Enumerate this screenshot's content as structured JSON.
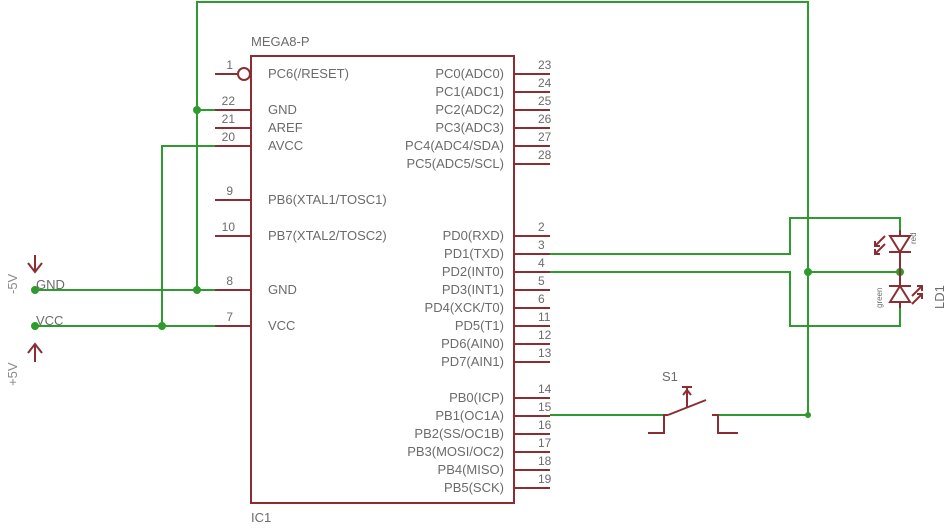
{
  "colors": {
    "component": "#8b2e34",
    "wire": "#2e9b2e",
    "text": "#6b6b6b"
  },
  "ic": {
    "name": "MEGA8-P",
    "ref": "IC1",
    "left_pins": [
      {
        "num": "1",
        "label": "PC6(/RESET)"
      },
      {
        "num": "22",
        "label": "GND"
      },
      {
        "num": "21",
        "label": "AREF"
      },
      {
        "num": "20",
        "label": "AVCC"
      },
      {
        "num": "9",
        "label": "PB6(XTAL1/TOSC1)"
      },
      {
        "num": "10",
        "label": "PB7(XTAL2/TOSC2)"
      },
      {
        "num": "8",
        "label": "GND"
      },
      {
        "num": "7",
        "label": "VCC"
      }
    ],
    "right_pins": [
      {
        "num": "23",
        "label": "PC0(ADC0)"
      },
      {
        "num": "24",
        "label": "PC1(ADC1)"
      },
      {
        "num": "25",
        "label": "PC2(ADC2)"
      },
      {
        "num": "26",
        "label": "PC3(ADC3)"
      },
      {
        "num": "27",
        "label": "PC4(ADC4/SDA)"
      },
      {
        "num": "28",
        "label": "PC5(ADC5/SCL)"
      },
      {
        "num": "2",
        "label": "PD0(RXD)"
      },
      {
        "num": "3",
        "label": "PD1(TXD)"
      },
      {
        "num": "4",
        "label": "PD2(INT0)"
      },
      {
        "num": "5",
        "label": "PD3(INT1)"
      },
      {
        "num": "6",
        "label": "PD4(XCK/T0)"
      },
      {
        "num": "11",
        "label": "PD5(T1)"
      },
      {
        "num": "12",
        "label": "PD6(AIN0)"
      },
      {
        "num": "13",
        "label": "PD7(AIN1)"
      },
      {
        "num": "14",
        "label": "PB0(ICP)"
      },
      {
        "num": "15",
        "label": "PB1(OC1A)"
      },
      {
        "num": "16",
        "label": "PB2(SS/OC1B)"
      },
      {
        "num": "17",
        "label": "PB3(MOSI/OC2)"
      },
      {
        "num": "18",
        "label": "PB4(MISO)"
      },
      {
        "num": "19",
        "label": "PB5(SCK)"
      }
    ]
  },
  "supply": {
    "gnd_net": "GND",
    "vcc_net": "VCC",
    "gnd_value": "-5V",
    "vcc_value": "+5V"
  },
  "switch": {
    "ref": "S1"
  },
  "led": {
    "ref": "LD1",
    "red_label": "red",
    "green_label": "green"
  }
}
